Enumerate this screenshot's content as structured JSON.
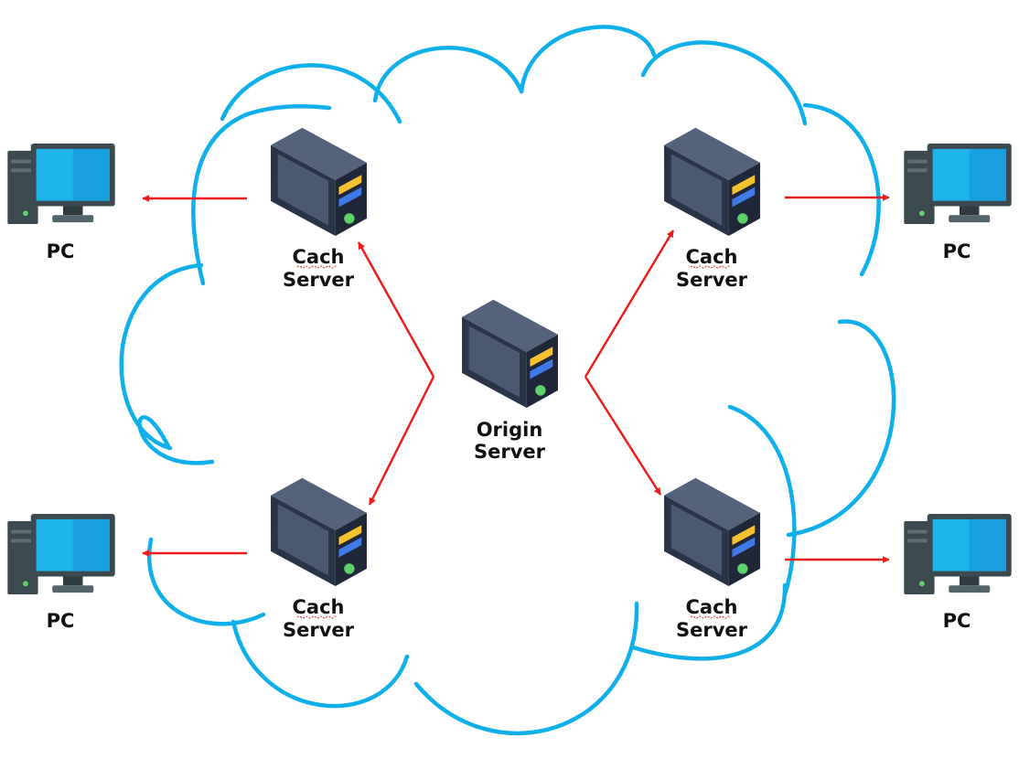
{
  "colors": {
    "cloud_outline": "#0fb0ea",
    "arrow": "#ee1c1c",
    "server_dark": "#2a3449",
    "server_body": "#3e4a63",
    "server_panel": "#4a5872",
    "server_light_yellow": "#f5c12f",
    "server_light_blue": "#3f7be8",
    "server_led": "#5ed16a",
    "pc_screen": "#1fb4ec",
    "pc_frame": "#3b4a4e",
    "label_text": "#111111"
  },
  "origin": {
    "label_line1": "Origin",
    "label_line2": "Server"
  },
  "cache_servers": [
    {
      "label_line1": "Cach",
      "label_line2": "Server"
    },
    {
      "label_line1": "Cach",
      "label_line2": "Server"
    },
    {
      "label_line1": "Cach",
      "label_line2": "Server"
    },
    {
      "label_line1": "Cach",
      "label_line2": "Server"
    }
  ],
  "pcs": [
    {
      "label": "PC"
    },
    {
      "label": "PC"
    },
    {
      "label": "PC"
    },
    {
      "label": "PC"
    }
  ],
  "icons": {
    "server": "server-icon",
    "pc": "desktop-pc-icon",
    "cloud": "cloud-outline"
  }
}
